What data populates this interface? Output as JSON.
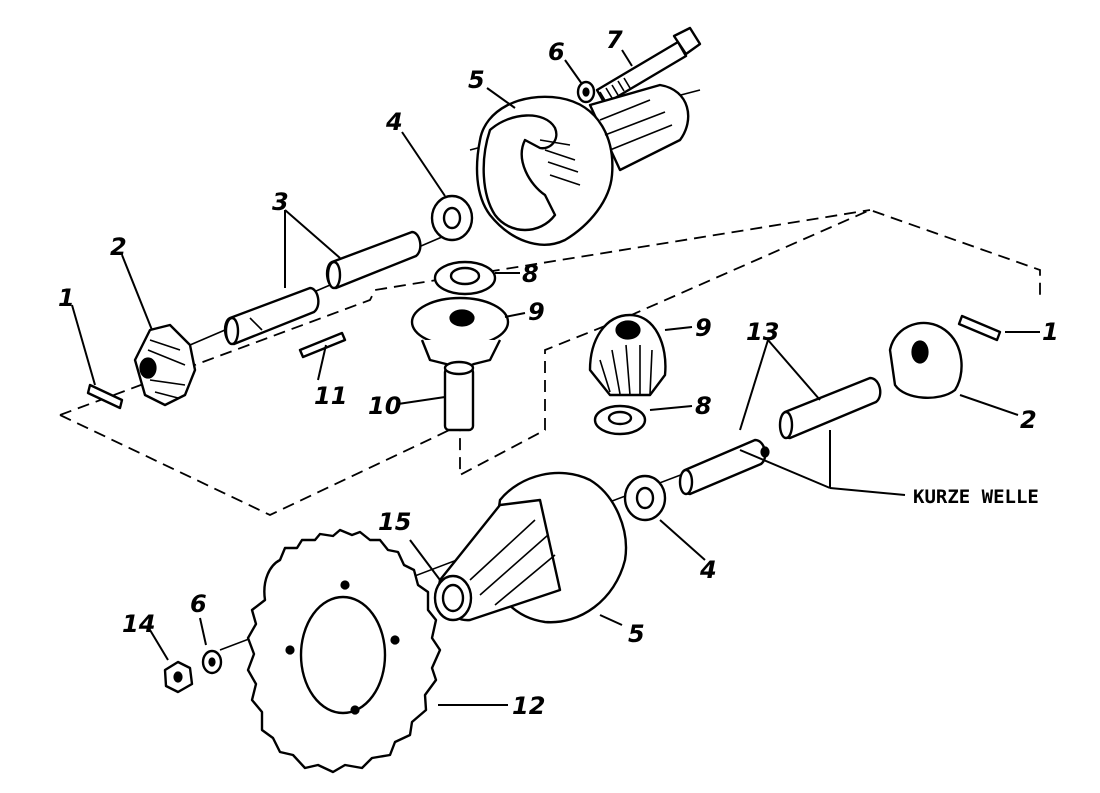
{
  "diagram": {
    "caption": "KURZE WELLE",
    "labels": {
      "pin_left": "1",
      "pin_right": "1",
      "bevel_gear_left": "2",
      "bevel_gear_right": "2",
      "shaft_left": "3",
      "washer_upper": "4",
      "washer_lower": "4",
      "housing_upper": "5",
      "housing_lower": "5",
      "washer_small_upper": "6",
      "washer_small_lower": "6",
      "bolt": "7",
      "thrust_washer_upper": "8",
      "thrust_washer_lower": "8",
      "pinion_upper": "9",
      "pinion_lower": "9",
      "cross_pin": "10",
      "pin_small": "11",
      "sprocket": "12",
      "shaft_right": "13",
      "nut": "14",
      "bushing": "15"
    }
  },
  "colors": {
    "ink": "#000000",
    "paper": "#ffffff"
  }
}
